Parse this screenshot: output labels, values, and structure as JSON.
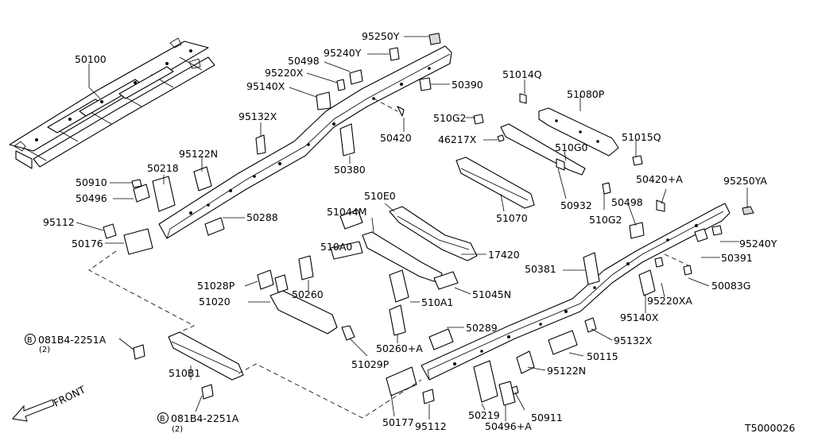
{
  "diagram_id": "T5000026",
  "direction_label": "FRONT",
  "parts": {
    "p50100": "50100",
    "p95250Y": "95250Y",
    "p95240Y": "95240Y",
    "p50498_top": "50498",
    "p95220X": "95220X",
    "p95140X": "95140X",
    "p50390": "50390",
    "p95132X": "95132X",
    "p50420": "50420",
    "p50380": "50380",
    "p95122N": "95122N",
    "p50218": "50218",
    "p50910": "50910",
    "p50496": "50496",
    "p95112": "95112",
    "p50176": "50176",
    "p50288": "50288",
    "p51014Q": "51014Q",
    "p51080P": "51080P",
    "p510G2_top": "510G2",
    "p46217X": "46217X",
    "p510G0": "510G0",
    "p51015Q": "51015Q",
    "p510E0": "510E0",
    "p51044M": "51044M",
    "p51070": "51070",
    "p50932": "50932",
    "p50498_right": "50498",
    "p50420A": "50420+A",
    "p95250YA": "95250YA",
    "p510G2_mid": "510G2",
    "p95240Y_right": "95240Y",
    "p17420": "17420",
    "p510A0": "510A0",
    "p50391": "50391",
    "p50381": "50381",
    "p50083G": "50083G",
    "p51028P": "51028P",
    "p50260": "50260",
    "p51045N": "51045N",
    "p51020": "51020",
    "p510A1": "510A1",
    "p95220XA": "95220XA",
    "p95140X_right": "95140X",
    "p50289": "50289",
    "p95132X_right": "95132X",
    "p081B4_top": "081B4-2251A",
    "p081B4_top_qty": "(2)",
    "p50260A": "50260+A",
    "p50115": "50115",
    "p51029P": "51029P",
    "p510B1": "510B1",
    "p95122N_bottom": "95122N",
    "p50177": "50177",
    "p95112_bottom": "95112",
    "p50219": "50219",
    "p50911": "50911",
    "p50496A": "50496+A",
    "p081B4_bot": "081B4-2251A",
    "p081B4_bot_qty": "(2)",
    "bolt_marker": "B"
  }
}
